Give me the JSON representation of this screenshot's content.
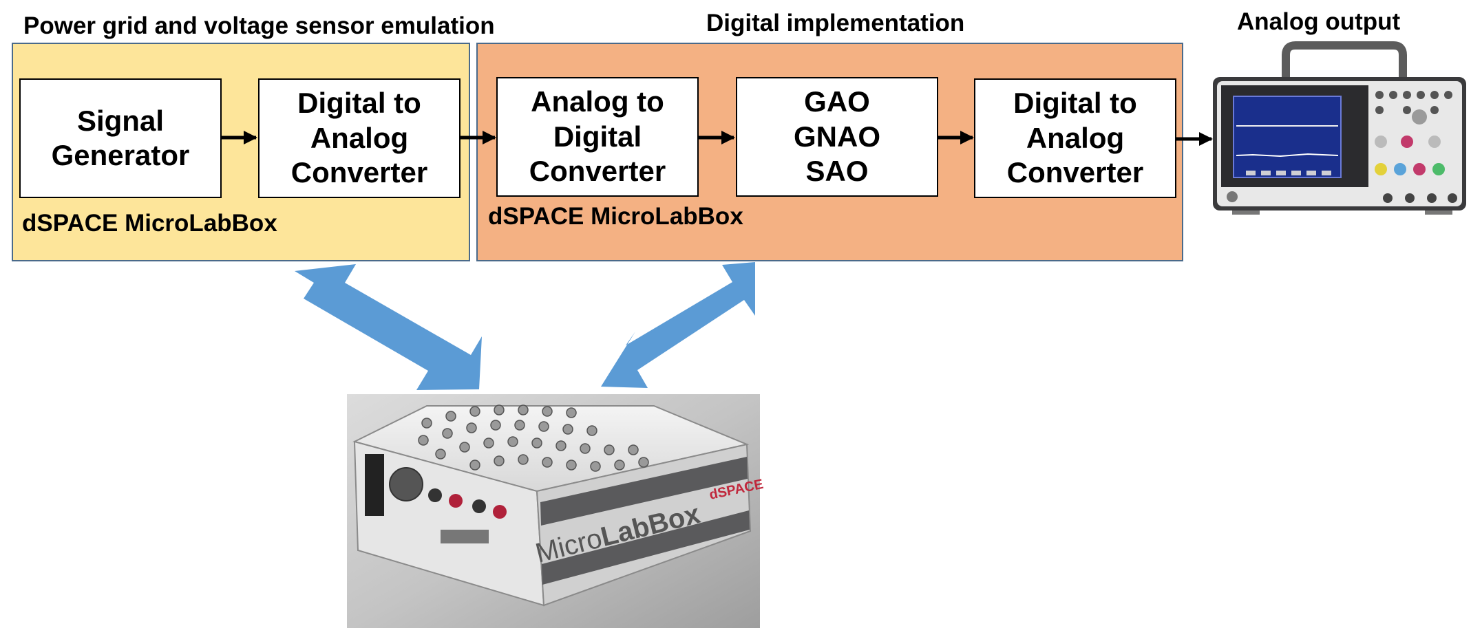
{
  "titles": {
    "emulation": "Power grid and voltage sensor emulation",
    "digital": "Digital implementation",
    "analog_output": "Analog output"
  },
  "regions": {
    "left_label": "dSPACE MicroLabBox",
    "right_label": "dSPACE MicroLabBox"
  },
  "blocks": {
    "signal_generator": "Signal\nGenerator",
    "dac_1": "Digital to\nAnalog\nConverter",
    "adc": "Analog to\nDigital\nConverter",
    "algorithms": "GAO\nGNAO\nSAO",
    "dac_2": "Digital to\nAnalog\nConverter"
  },
  "device": {
    "brand": "dSPACE",
    "name_light": "Micro",
    "name_bold": "LabBox"
  },
  "colors": {
    "left_region": "#fde59a",
    "right_region": "#f4b183",
    "arrow_blue": "#5b9bd5"
  },
  "icons": {
    "oscilloscope": "oscilloscope-icon",
    "microlabbox": "microlabbox-device-image"
  }
}
